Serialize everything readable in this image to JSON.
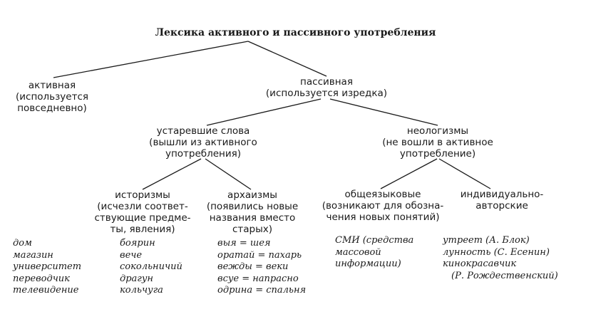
{
  "title": "Лексика активного и пассивного употребления",
  "nodes": {
    "active": [
      "активная",
      "(используется",
      "повседневно)"
    ],
    "passive": [
      "пассивная",
      "(используется изредка)"
    ],
    "obsolete": [
      "устаревшие слова",
      "(вышли из активного",
      "употребления)"
    ],
    "neologisms": [
      "неологизмы",
      "(не вошли в активное",
      "употребление)"
    ],
    "historisms": [
      "историзмы",
      "(исчезли соответ-",
      "ствующие предме-",
      "ты, явления)"
    ],
    "archaisms": [
      "архаизмы",
      "(появились новые",
      "названия вместо",
      "старых)"
    ],
    "common": [
      "общеязыковые",
      "(возникают для обозна-",
      "чения новых понятий)"
    ],
    "individual": [
      "индивидуально-",
      "авторские"
    ]
  },
  "examples": {
    "active": [
      "дом",
      "магазин",
      "университет",
      "переводчик",
      "телевидение"
    ],
    "historisms": [
      "боярин",
      "вече",
      "сокольничий",
      "драгун",
      "кольчуга"
    ],
    "archaisms": [
      "выя = шея",
      "оратай = пахарь",
      "вежды = веки",
      "всуе = напрасно",
      "одрина = спальня"
    ],
    "common": [
      "СМИ (средства",
      "массовой",
      "информации)"
    ],
    "individual": [
      "утреет (А. Блок)",
      "лунность (С. Есенин)",
      "кинокрасавчик",
      "(Р. Рождественский)"
    ]
  }
}
